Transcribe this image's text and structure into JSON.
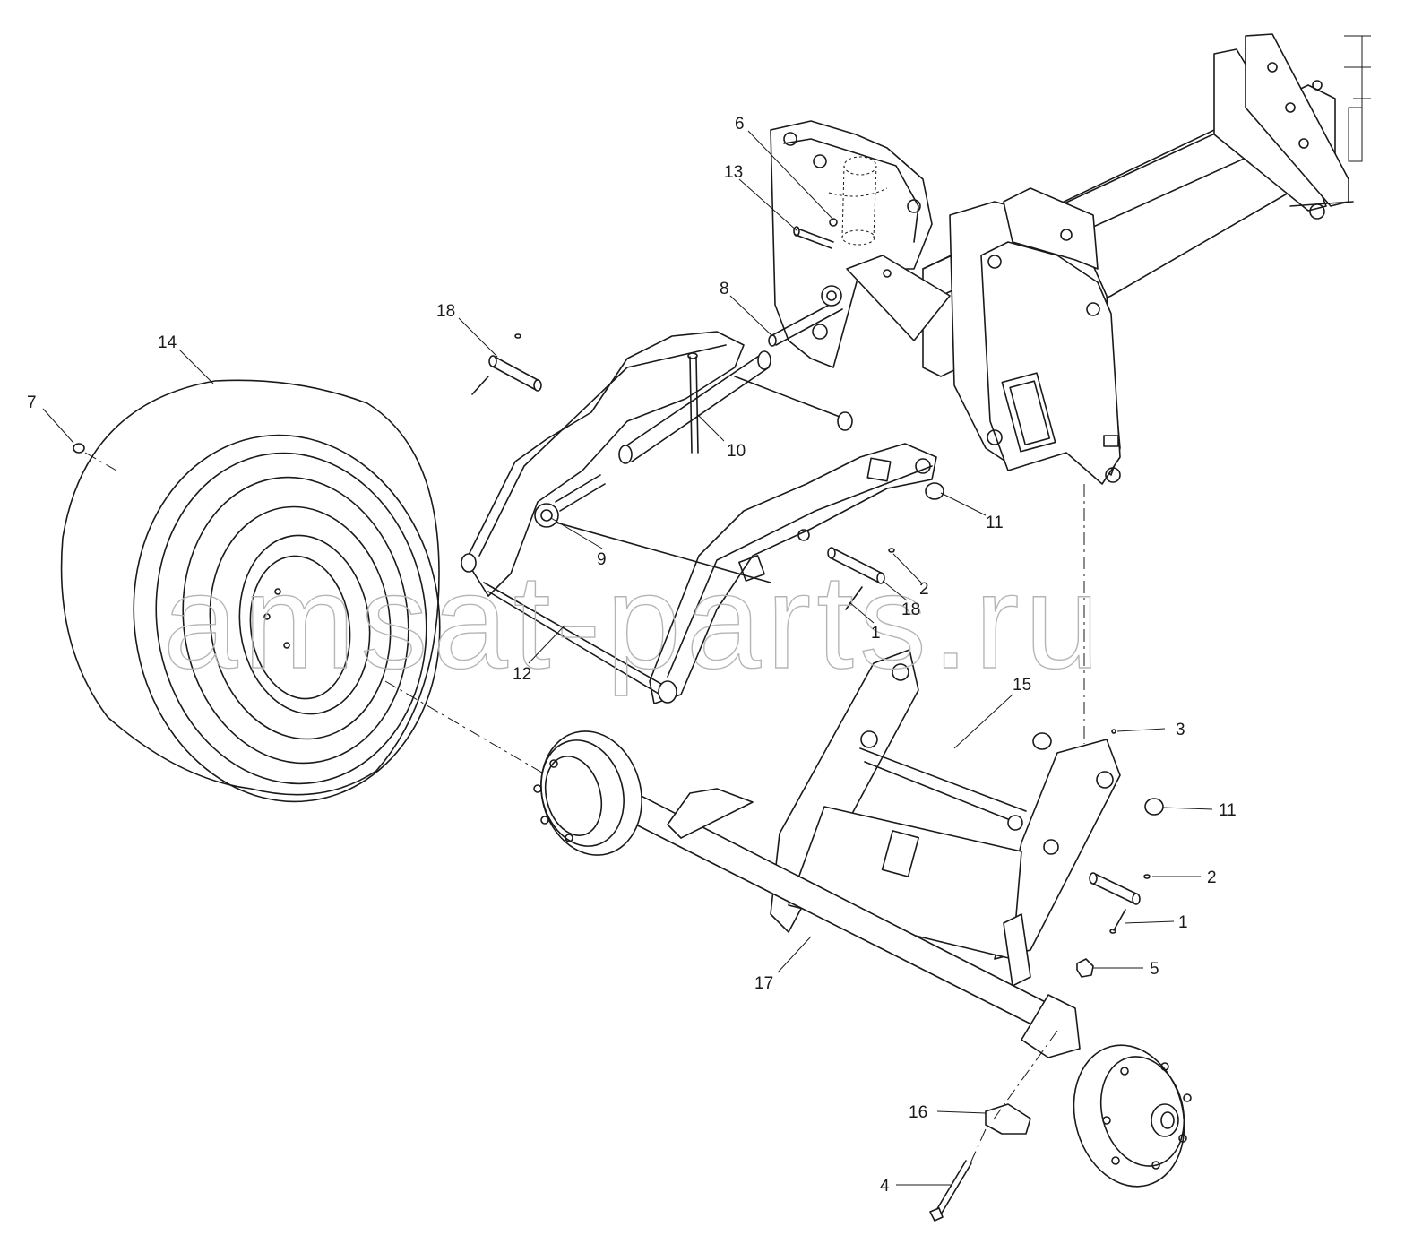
{
  "watermark": "amsat-parts.ru",
  "callouts": [
    {
      "id": "c1a",
      "text": "1"
    },
    {
      "id": "c1b",
      "text": "1"
    },
    {
      "id": "c2a",
      "text": "2"
    },
    {
      "id": "c2b",
      "text": "2"
    },
    {
      "id": "c3",
      "text": "3"
    },
    {
      "id": "c4",
      "text": "4"
    },
    {
      "id": "c5",
      "text": "5"
    },
    {
      "id": "c6",
      "text": "6"
    },
    {
      "id": "c7",
      "text": "7"
    },
    {
      "id": "c8",
      "text": "8"
    },
    {
      "id": "c9",
      "text": "9"
    },
    {
      "id": "c10",
      "text": "10"
    },
    {
      "id": "c11a",
      "text": "11"
    },
    {
      "id": "c11b",
      "text": "11"
    },
    {
      "id": "c12",
      "text": "12"
    },
    {
      "id": "c13",
      "text": "13"
    },
    {
      "id": "c14",
      "text": "14"
    },
    {
      "id": "c15",
      "text": "15"
    },
    {
      "id": "c16",
      "text": "16"
    },
    {
      "id": "c17",
      "text": "17"
    },
    {
      "id": "c18a",
      "text": "18"
    },
    {
      "id": "c18b",
      "text": "18"
    }
  ]
}
